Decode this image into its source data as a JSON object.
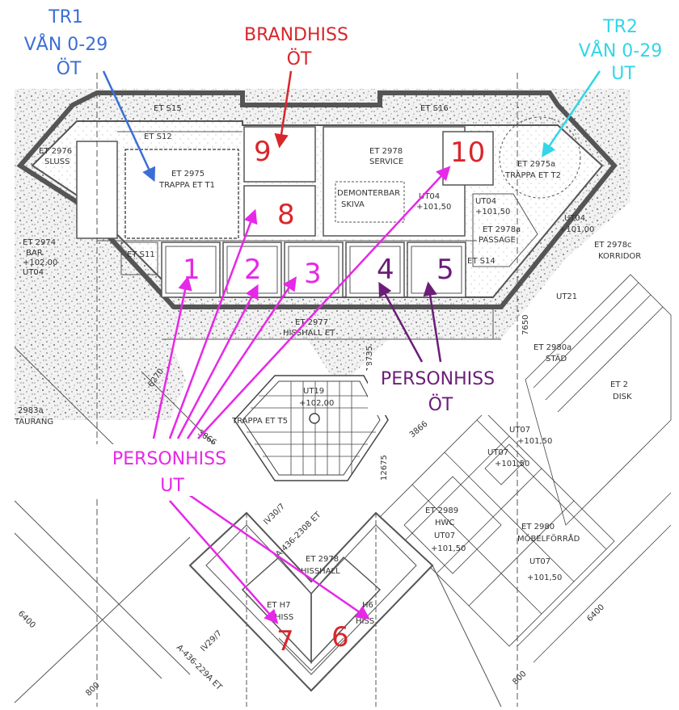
{
  "colors": {
    "tr1": "#3b6fd6",
    "brandhiss": "#d9262b",
    "tr2": "#33d6e8",
    "ut": "#e628e8",
    "ot": "#6b1d78",
    "ut_fill": "#ffffff"
  },
  "annotations": {
    "tr1": [
      "TR1",
      "VÅN 0-29",
      "ÖT"
    ],
    "brandhiss": [
      "BRANDHISS",
      "ÖT"
    ],
    "tr2": [
      "TR2",
      "VÅN 0-29",
      "UT"
    ],
    "personhiss_ot": [
      "PERSONHISS",
      "ÖT"
    ],
    "personhiss_ut": [
      "PERSONHISS",
      "UT"
    ]
  },
  "elevators": [
    {
      "num": "1",
      "color": "ut"
    },
    {
      "num": "2",
      "color": "ut"
    },
    {
      "num": "3",
      "color": "ut"
    },
    {
      "num": "4",
      "color": "ot"
    },
    {
      "num": "5",
      "color": "ot"
    },
    {
      "num": "6",
      "color": "brandhiss"
    },
    {
      "num": "7",
      "color": "brandhiss"
    },
    {
      "num": "8",
      "color": "brandhiss"
    },
    {
      "num": "9",
      "color": "brandhiss"
    },
    {
      "num": "10",
      "color": "brandhiss"
    }
  ],
  "plan_labels": {
    "et_s15": "ET S15",
    "et_s16": "ET S16",
    "et_s12": "ET S12",
    "et_2976": "ET 2976",
    "sluss": "SLUSS",
    "et_2975": "ET 2975",
    "trappa_t1": "TRAPPA ET T1",
    "et_2974": "ET 2974",
    "bar": "BAR",
    "h1": "+102,00",
    "ut04": "UT04",
    "et_s11": "ET S11",
    "et_2978": "ET 2978",
    "service": "SERVICE",
    "demonter": "DEMONTERBAR",
    "skiva": "SKIVA",
    "ut04b": "UT04",
    "h2": "+101,50",
    "ut04c": "UT04",
    "h3": "+101,50",
    "et_2978a": "ET 2978a",
    "passage": "PASSAGE",
    "et_s14": "ET S14",
    "et_2975a": "ET 2975a",
    "trappa_t2": "TRAPPA ET T2",
    "ut04d": "UT04",
    "h4": "+101,00",
    "et_2978c": "ET 2978c",
    "korridor": "KORRIDOR",
    "ut21": "UT21",
    "et_2977": "ET 2977",
    "hisshall_top": "HISSHALL ET",
    "d1": "7650",
    "d2": "18735",
    "et_2980a": "ET 2980a",
    "stad": "STÄD",
    "et_2b": "ET 2",
    "disk": "DISK",
    "et_2983a": "2983a",
    "taurang": "TAURANG",
    "d3": "6270",
    "ut19": "UT19",
    "h5": "+102,00",
    "trappa_t5": "TRAPPA ET T5",
    "d4": "3866",
    "d5": "3866",
    "d6": "12675",
    "ut07a": "UT07",
    "h6": "+101,50",
    "ut07b": "UT07",
    "h7": "+101,50",
    "et_2989": "ET 2989",
    "hwc": "HWC",
    "ut07c": "UT07",
    "h8": "+101,50",
    "et_2980": "ET 2980",
    "mobelforrad": "MÖBELFÖRRÅD",
    "ut07d": "UT07",
    "h9": "+101,50",
    "iv30": "IV30/7",
    "a436": "A-436-2308 ET",
    "et_2978b": "ET 2978",
    "hisshall": "HISSHALL",
    "et_h7": "ET H7",
    "hiss_a": "HISS",
    "et_h6": "H6",
    "hiss_b": "HISS",
    "iv29": "IV29/7",
    "a436b": "A-436-229A ET",
    "d7": "6400",
    "d8": "6400",
    "d9": "800",
    "d10": "800"
  }
}
